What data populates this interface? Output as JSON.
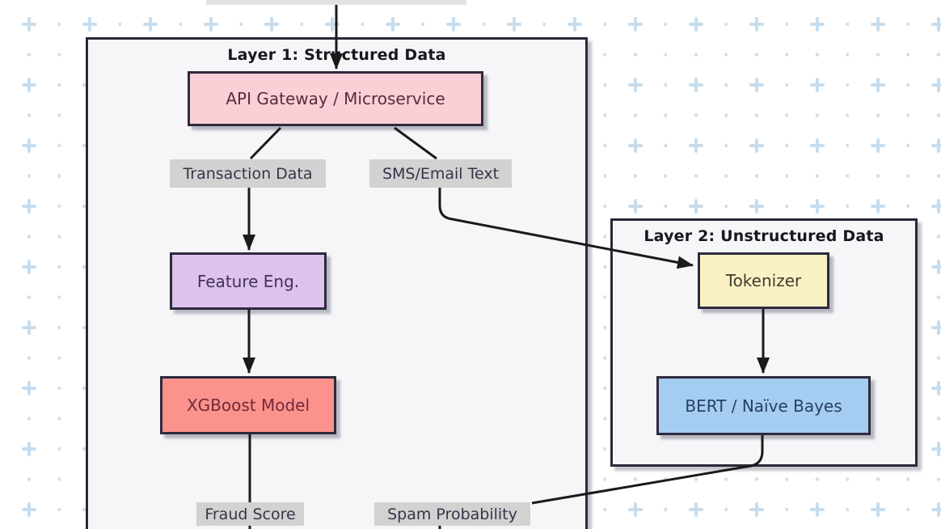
{
  "diagram": {
    "containers": {
      "layer1": {
        "title": "Layer 1: Structured Data"
      },
      "layer2": {
        "title": "Layer 2: Unstructured Data"
      }
    },
    "nodes": {
      "api": {
        "label": "API Gateway / Microservice",
        "fill": "#fbcfd6",
        "text_color": "#5b2a3f"
      },
      "feature": {
        "label": "Feature Eng.",
        "fill": "#dcc3ec",
        "text_color": "#44305e"
      },
      "xgboost": {
        "label": "XGBoost Model",
        "fill": "#fb938c",
        "text_color": "#73293a"
      },
      "tokenizer": {
        "label": "Tokenizer",
        "fill": "#faf1c4",
        "text_color": "#3f3d2c"
      },
      "bert": {
        "label": "BERT / Naïve Bayes",
        "fill": "#a5cdf2",
        "text_color": "#27415f"
      }
    },
    "edge_labels": {
      "transaction": {
        "label": "Transaction Data"
      },
      "sms": {
        "label": "SMS/Email Text"
      },
      "fraud": {
        "label": "Fraud Score"
      },
      "spam": {
        "label": "Spam Probability"
      }
    },
    "edges": [
      {
        "from": "top (off-screen node)",
        "to": "API Gateway / Microservice",
        "arrow": true
      },
      {
        "from": "API Gateway / Microservice",
        "to": "Transaction Data",
        "arrow": false
      },
      {
        "from": "API Gateway / Microservice",
        "to": "SMS/Email Text",
        "arrow": false
      },
      {
        "from": "Transaction Data",
        "to": "Feature Eng.",
        "arrow": true
      },
      {
        "from": "Feature Eng.",
        "to": "XGBoost Model",
        "arrow": true
      },
      {
        "from": "XGBoost Model",
        "to": "Fraud Score",
        "arrow": false
      },
      {
        "from": "SMS/Email Text",
        "to": "Tokenizer",
        "arrow": true
      },
      {
        "from": "Tokenizer",
        "to": "BERT / Naïve Bayes",
        "arrow": true
      },
      {
        "from": "BERT / Naïve Bayes",
        "to": "Spam Probability",
        "arrow": false
      }
    ],
    "colors": {
      "canvas_background": "#ffffff",
      "pattern_plus": "#c7ddee",
      "pattern_dot": "#d4dee8",
      "container_fill": "#f6f6f9",
      "container_border": "#2b2838",
      "node_border": "#2e2a3e",
      "edge_line": "#1a1a1a",
      "edge_label_background": "#d2d2d2",
      "edge_label_text": "#35354a",
      "title_text": "#17171f"
    }
  }
}
